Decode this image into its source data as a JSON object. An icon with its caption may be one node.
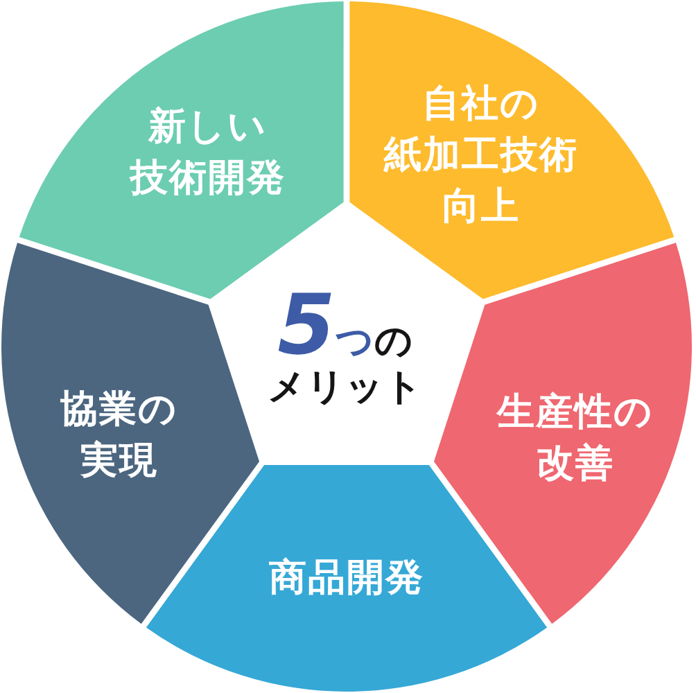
{
  "diagram": {
    "nodes": [
      {
        "text": [
          "新しい技術開発"
        ]
      },
      {
        "text": [
          "自社の紙加工技術向上"
        ]
      },
      {
        "text": [
          "5つのメリット"
        ]
      },
      {
        "text": [
          "協業の実現"
        ]
      },
      {
        "text": [
          "生産性の改善"
        ]
      },
      {
        "text": [
          "商品開発"
        ]
      }
    ]
  }
}
